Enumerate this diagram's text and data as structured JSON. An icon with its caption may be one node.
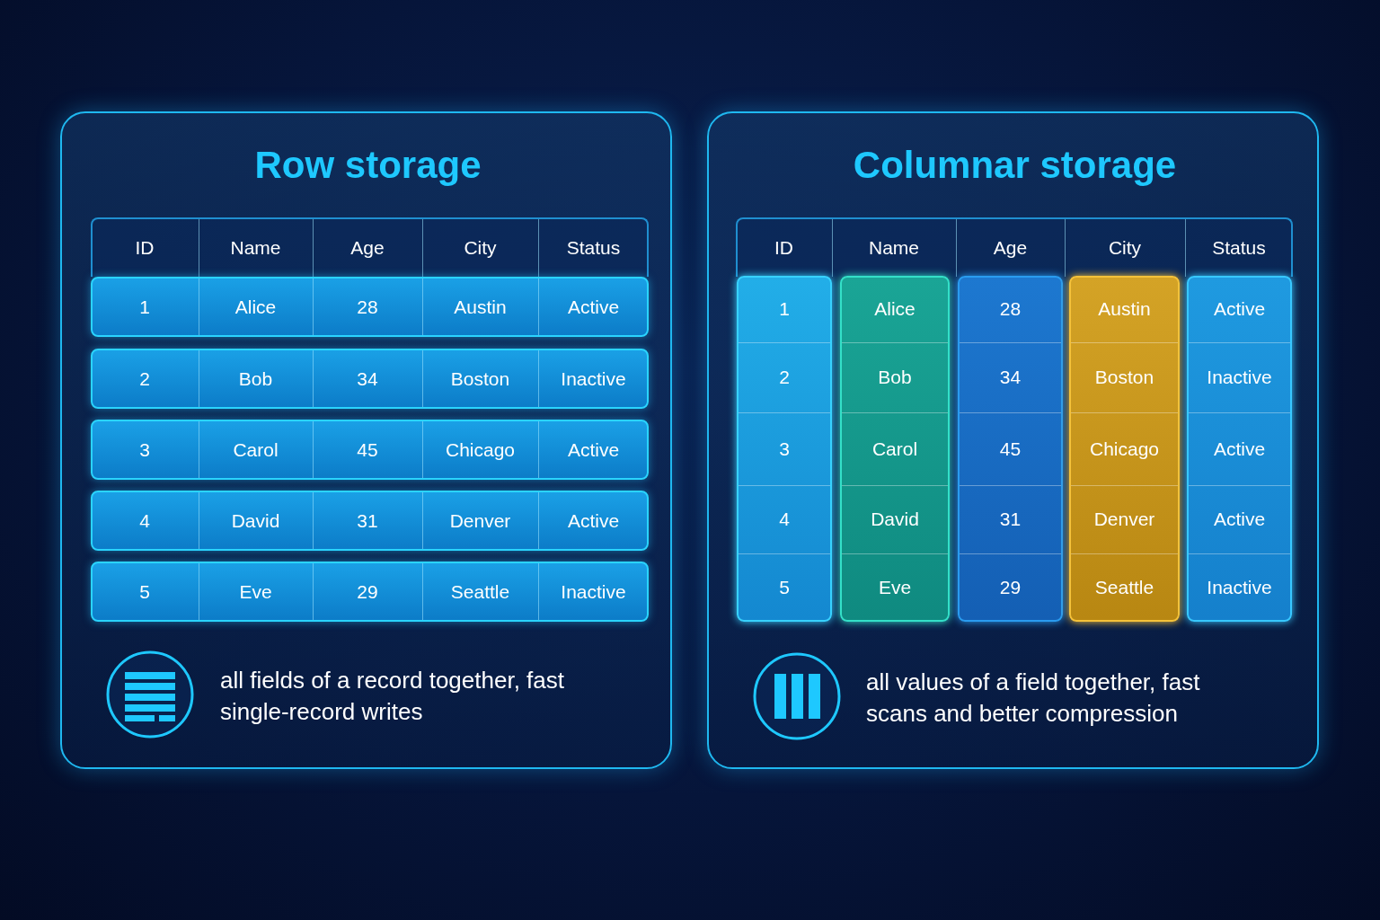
{
  "diagram": {
    "nodes": [
      {
        "text": [
          "Row storage",
          "all fields of a record together, fast single-record writes"
        ]
      },
      {
        "text": [
          "ID",
          "Name",
          "Age",
          "City",
          "Status"
        ],
        "in": 0
      },
      {
        "text": [
          "1",
          "Alice",
          "28",
          "Austin",
          "Active"
        ],
        "in": 0
      },
      {
        "text": [
          "2",
          "Bob",
          "34",
          "Boston",
          "Inactive"
        ],
        "in": 0
      },
      {
        "text": [
          "3",
          "Carol",
          "45",
          "Chicago",
          "Active"
        ],
        "in": 0
      },
      {
        "text": [
          "4",
          "David",
          "31",
          "Denver",
          "Active"
        ],
        "in": 0
      },
      {
        "text": [
          "5",
          "Eve",
          "29",
          "Seattle",
          "Inactive"
        ],
        "in": 0
      },
      {
        "text": [
          "Columnar storage",
          "all values of a field together, fast scans and better compression"
        ]
      },
      {
        "text": [
          "ID",
          "Name",
          "Age",
          "City",
          "Status"
        ],
        "in": 7
      },
      {
        "text": [
          "1",
          "2",
          "3",
          "4",
          "5"
        ],
        "in": 7
      },
      {
        "text": [
          "Alice",
          "Bob",
          "Carol",
          "David",
          "Eve"
        ],
        "in": 7
      },
      {
        "text": [
          "28",
          "34",
          "45",
          "31",
          "29"
        ],
        "in": 7
      },
      {
        "text": [
          "Austin",
          "Boston",
          "Chicago",
          "Denver",
          "Seattle"
        ],
        "in": 7
      },
      {
        "text": [
          "Active",
          "Inactive",
          "Active",
          "Active",
          "Inactive"
        ],
        "in": 7
      }
    ],
    "edges": []
  }
}
